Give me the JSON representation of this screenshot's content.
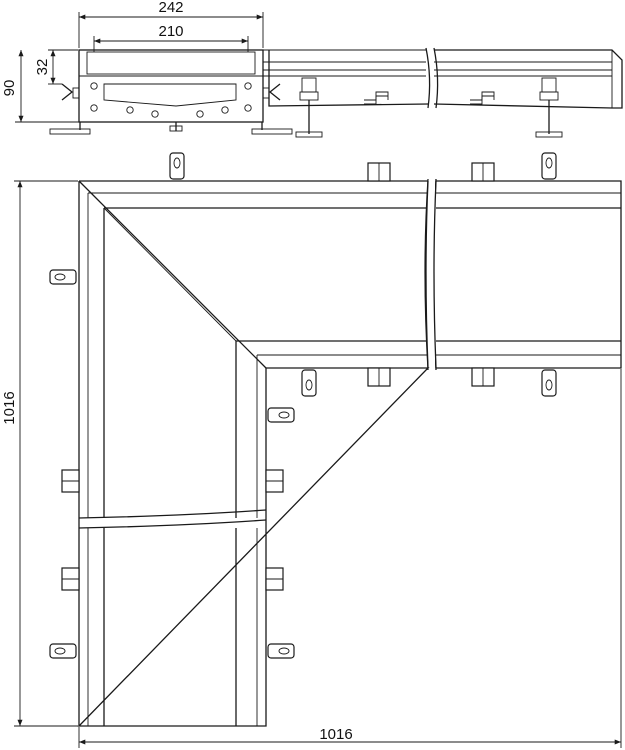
{
  "dimensions": {
    "top_width_outer": "242",
    "top_width_inner": "210",
    "grate_depth": "32",
    "total_height": "90",
    "length_vertical": "1016",
    "length_horizontal": "1016"
  }
}
